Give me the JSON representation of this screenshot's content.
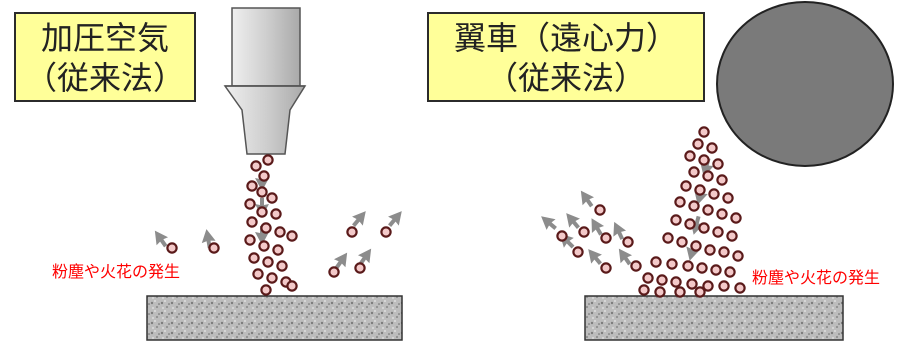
{
  "left_panel": {
    "title_line1": "加圧空気",
    "title_line2": "（従来法）",
    "note": "粉塵や火花の発生"
  },
  "right_panel": {
    "title_line1": "翼車（遠心力）",
    "title_line2": "（従来法）",
    "note": "粉塵や火花の発生"
  },
  "colors": {
    "label_fill": "#ffff99",
    "nozzle_fill": "#d9d9d9",
    "wheel_fill": "#7a7a7a",
    "shot_fill": "#f3c9c9",
    "shot_stroke": "#5a1a1a",
    "arrow_fill": "#8c8c8c",
    "note_color": "#ff0000"
  }
}
